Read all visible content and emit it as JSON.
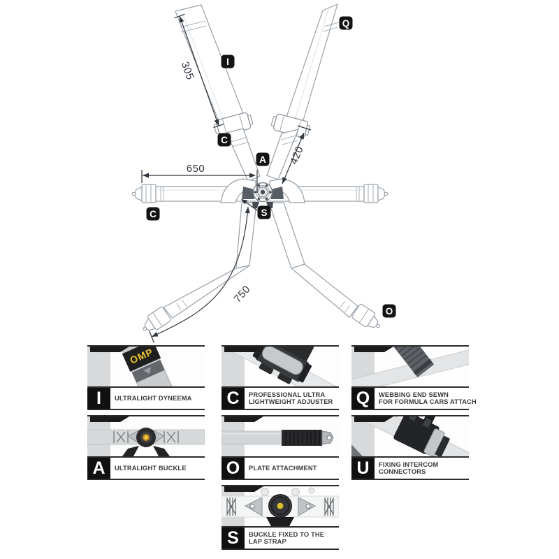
{
  "diagram": {
    "dims": {
      "shoulder": "305",
      "shoulder_lower": "420",
      "lap": "650",
      "crotch": "750"
    },
    "badges": {
      "shoulder_left": "I",
      "shoulder_right": "Q",
      "adjuster_left": "C",
      "buckle": "A",
      "lap_left": "C",
      "lap_center": "S",
      "crotch_right": "O"
    }
  },
  "legend": {
    "omp_text": "OMP",
    "items": [
      {
        "letter": "I",
        "line1": "ULTRALIGHT DYNEEMA",
        "line2": ""
      },
      {
        "letter": "C",
        "line1": "PROFESSIONAL ULTRA",
        "line2": "LIGHTWEIGHT ADJUSTER"
      },
      {
        "letter": "Q",
        "line1": "WEBBING END SEWN",
        "line2": "FOR FORMULA CARS ATTACH"
      },
      {
        "letter": "A",
        "line1": "ULTRALIGHT BUCKLE",
        "line2": ""
      },
      {
        "letter": "O",
        "line1": "PLATE ATTACHMENT",
        "line2": ""
      },
      {
        "letter": "U",
        "line1": "FIXING INTERCOM",
        "line2": "CONNECTORS"
      },
      {
        "letter": "S",
        "line1": "BUCKLE FIXED TO THE",
        "line2": "LAP STRAP"
      }
    ]
  },
  "colors": {
    "badge_bg": "#141414",
    "dimension_line": "#2f343a",
    "strap_outline": "#98a0a8",
    "omp_yellow": "#e7c42f",
    "frame_line": "#2c2c2c"
  }
}
